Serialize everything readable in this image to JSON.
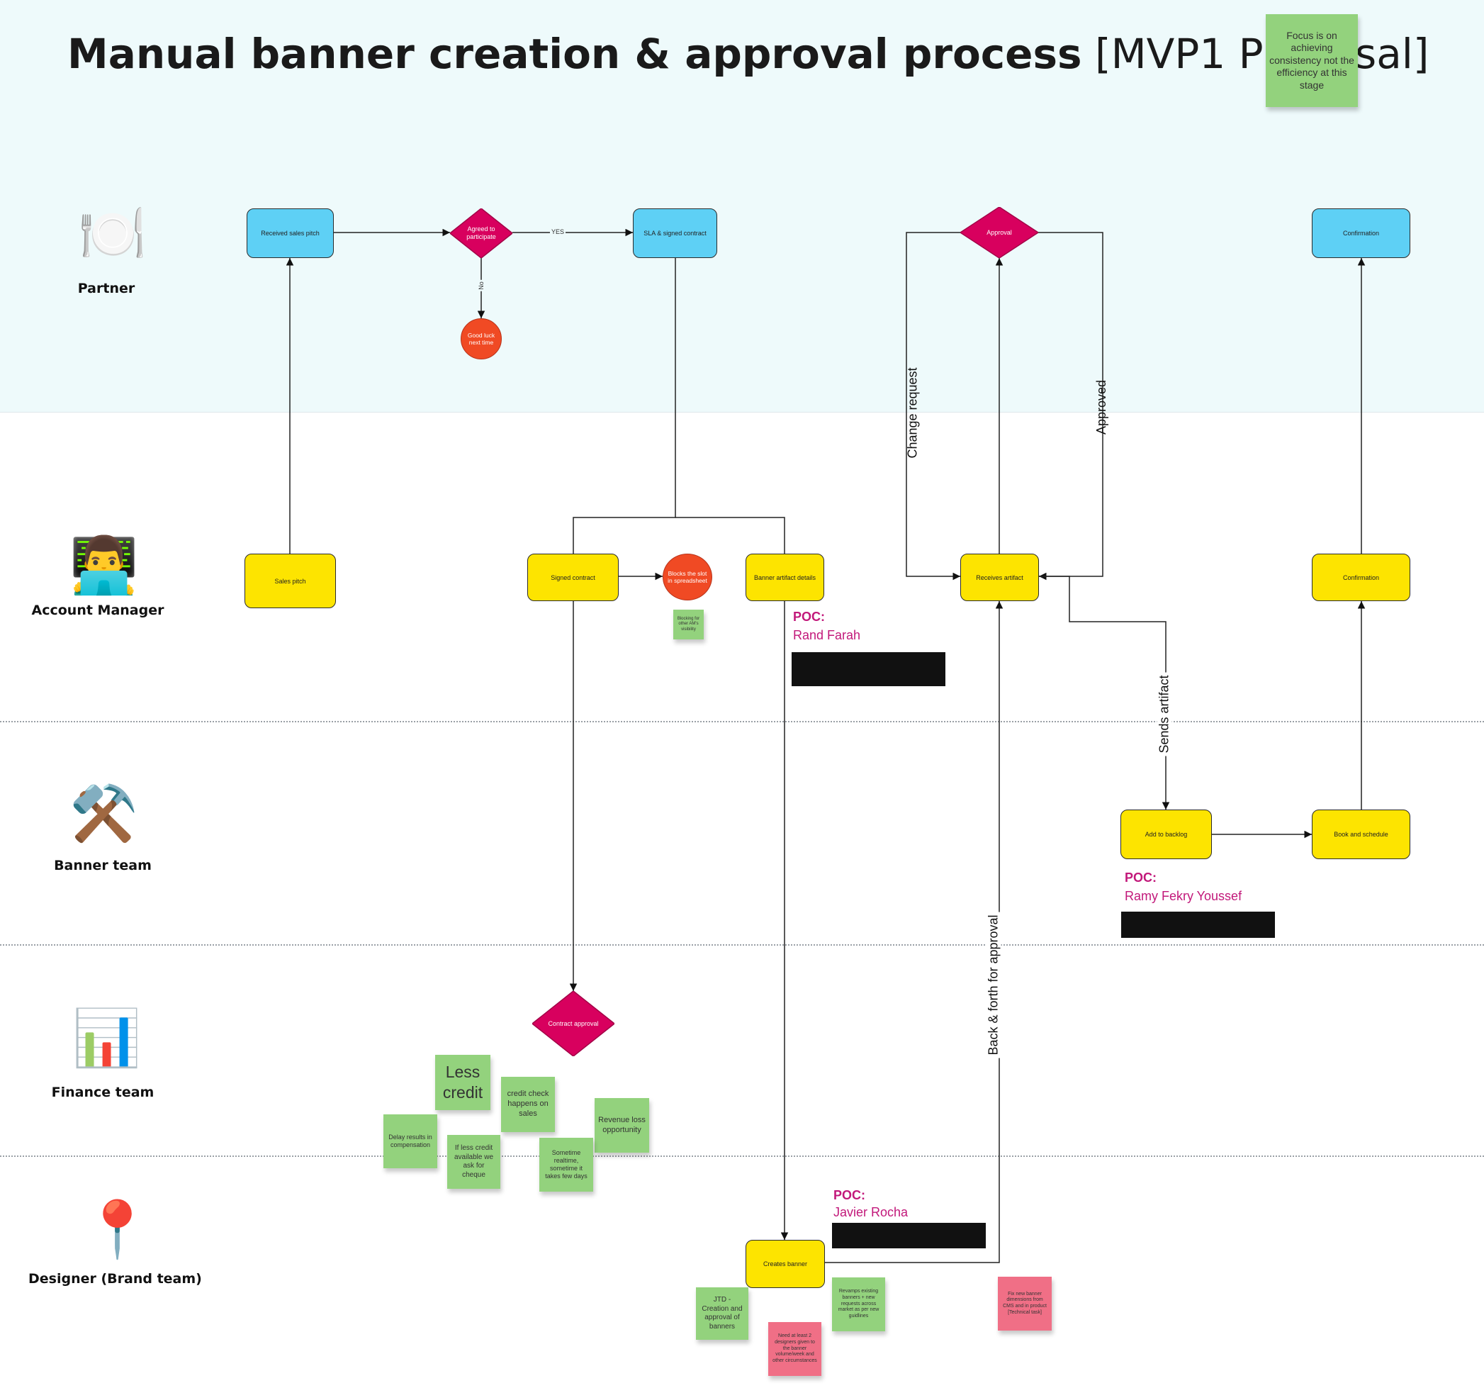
{
  "title": {
    "main": "Manual banner creation & approval process",
    "sub": "[MVP1 Proposal]"
  },
  "top_note": "Focus is on achieving consistency not the efficiency at this stage",
  "lanes": [
    {
      "label": "Partner",
      "icon": "🍽️"
    },
    {
      "label": "Account Manager",
      "icon": "👨‍💻"
    },
    {
      "label": "Banner team",
      "icon": "⚒️"
    },
    {
      "label": "Finance team",
      "icon": "📊"
    },
    {
      "label": "Designer (Brand team)",
      "icon": "📍"
    }
  ],
  "nodes": {
    "received_pitch": "Received sales pitch",
    "agreed": "Agreed to participate",
    "sla": "SLA & signed contract",
    "good_luck": "Good luck next time",
    "approval": "Approval",
    "confirmation_partner": "Confirmation",
    "sales_pitch": "Sales pitch",
    "signed_contract": "Signed contract",
    "blocks_slot": "Blocks the slot in spreadsheet",
    "artifact_details": "Banner artifact details",
    "receives_artifact": "Receives artifact",
    "confirmation_am": "Confirmation",
    "add_backlog": "Add to backlog",
    "book_schedule": "Book and schedule",
    "contract_approval": "Contract approval",
    "creates_banner": "Creates banner"
  },
  "edge_labels": {
    "yes": "YES",
    "no": "No",
    "change_request": "Change request",
    "approved": "Approved",
    "sends_artifact": "Sends artifact",
    "back_forth": "Back & forth for approval"
  },
  "poc": [
    {
      "head": "POC:",
      "name": "Rand Farah"
    },
    {
      "head": "POC:",
      "name": "Ramy Fekry Youssef"
    },
    {
      "head": "POC:",
      "name": "Javier Rocha"
    }
  ],
  "stickies": {
    "blocking_visibility": "Blocking for other AM's visibility",
    "less_credit": "Less credit",
    "credit_check": "credit check happens on sales",
    "revenue_loss": "Revenue loss opportunity",
    "delay_results": "Delay results in compensation",
    "if_less_credit": "If less credit available we ask for cheque",
    "sometime_realtime": "Sometime realtime, sometime it takes few days",
    "jtd": "JTD - Creation and approval of banners",
    "revamps": "Revamps existing banners + new requests across market as per new guidlines",
    "need_designers": "Need at least 2 designers given to the banner volume/week and other circumstances",
    "fix_dimensions": "Fix new banner dimensions from CMS and in product [Technical task]"
  },
  "colors": {
    "node_blue": "#5ed0f5",
    "node_yellow": "#fde400",
    "decision": "#d8005e",
    "terminal": "#f04a24",
    "sticky_green": "#93d27d",
    "sticky_pink": "#f06f86",
    "poc": "#c2187a",
    "hero_bg": "#eefafb"
  }
}
